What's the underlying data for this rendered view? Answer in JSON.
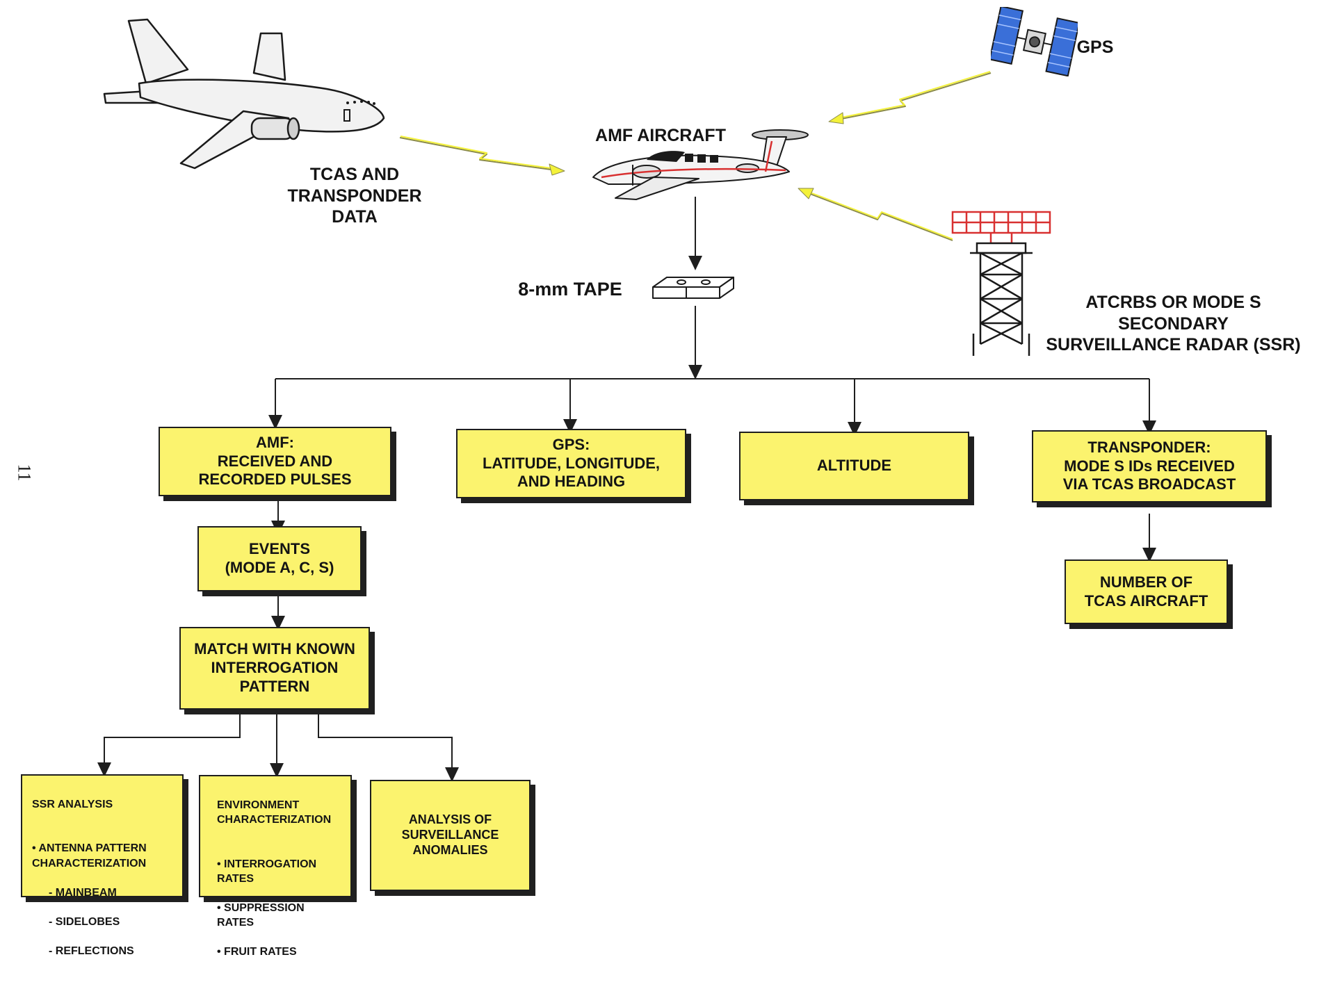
{
  "page_number": "11",
  "labels": {
    "tcas_transponder": "TCAS AND\nTRANSPONDER\nDATA",
    "amf_aircraft": "AMF AIRCRAFT",
    "gps": "GPS",
    "tape": "8-mm TAPE",
    "radar": "ATCRBS OR MODE S\nSECONDARY\nSURVEILLANCE RADAR (SSR)"
  },
  "boxes": {
    "amf": "AMF:\nRECEIVED AND\nRECORDED PULSES",
    "gps": "GPS:\nLATITUDE, LONGITUDE,\nAND HEADING",
    "altitude": "ALTITUDE",
    "transponder": "TRANSPONDER:\nMODE S IDs RECEIVED\nVIA TCAS BROADCAST",
    "events": "EVENTS\n(MODE A, C, S)",
    "match": "MATCH WITH KNOWN\nINTERROGATION\nPATTERN",
    "number_tcas": "NUMBER OF\nTCAS AIRCRAFT",
    "ssr_analysis": {
      "title": "SSR ANALYSIS",
      "bullet": "ANTENNA PATTERN\nCHARACTERIZATION",
      "subitems": [
        "MAINBEAM",
        "SIDELOBES",
        "REFLECTIONS"
      ]
    },
    "environment": {
      "title": "ENVIRONMENT\nCHARACTERIZATION",
      "bullets": [
        "INTERROGATION\nRATES",
        "SUPPRESSION\nRATES",
        "FRUIT RATES"
      ]
    },
    "anomalies": "ANALYSIS OF\nSURVEILLANCE\nANOMALIES"
  },
  "colors": {
    "box_fill": "#fbf36e",
    "box_shadow": "#202020",
    "lightning": "#f4f23a",
    "satellite_panel": "#3a6fd8",
    "radar_antenna": "#d83030",
    "aircraft_stripe": "#d83030"
  },
  "icons": [
    "airliner-icon",
    "satellite-icon",
    "amf-aircraft-icon",
    "tape-cartridge-icon",
    "radar-tower-icon"
  ]
}
